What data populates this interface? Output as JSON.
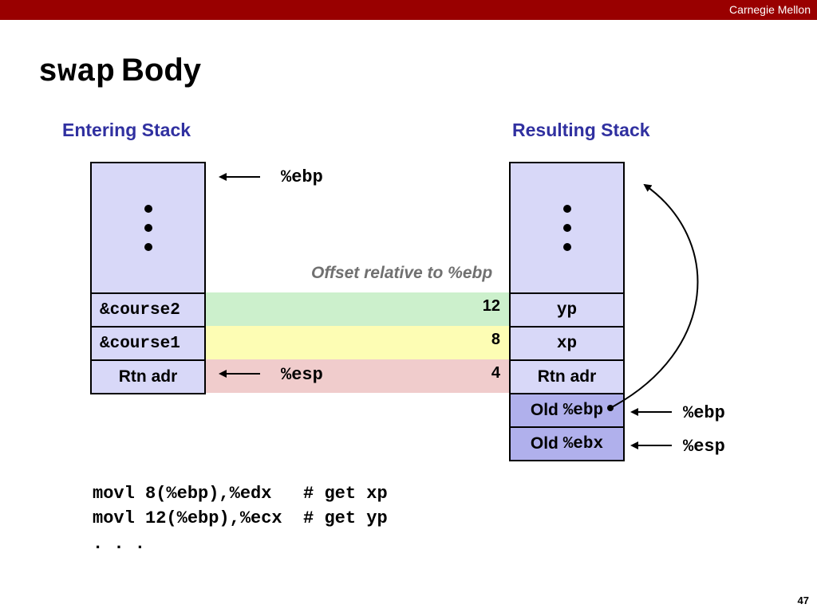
{
  "header": {
    "brand": "Carnegie Mellon"
  },
  "title": {
    "code_part": "swap",
    "text_part": "Body"
  },
  "entering_stack": {
    "heading": "Entering Stack",
    "cells": [
      "&course2",
      "&course1",
      "Rtn adr"
    ],
    "ebp_label": "%ebp",
    "esp_label": "%esp"
  },
  "offsets": {
    "title": "Offset relative to %ebp",
    "values": [
      "12",
      "8",
      "4"
    ]
  },
  "resulting_stack": {
    "heading": "Resulting Stack",
    "cells": [
      "yp",
      "xp",
      "Rtn adr"
    ],
    "old_ebp": {
      "prefix": "Old ",
      "reg": "%ebp"
    },
    "old_ebx": {
      "prefix": "Old ",
      "reg": "%ebx"
    },
    "ebp_label": "%ebp",
    "esp_label": "%esp"
  },
  "code": {
    "lines": [
      "movl 8(%ebp),%edx   # get xp",
      "movl 12(%ebp),%ecx  # get yp",
      ". . ."
    ]
  },
  "footer": {
    "page_number": "47"
  },
  "colors": {
    "header_bar": "#990000",
    "heading": "#3030a0",
    "stack_cell": "#d8d8f8",
    "stack_cell_highlight": "#b0b0ec",
    "band_12": "#ccf0cc",
    "band_8": "#fdfdb4",
    "band_4": "#f0cccc"
  }
}
